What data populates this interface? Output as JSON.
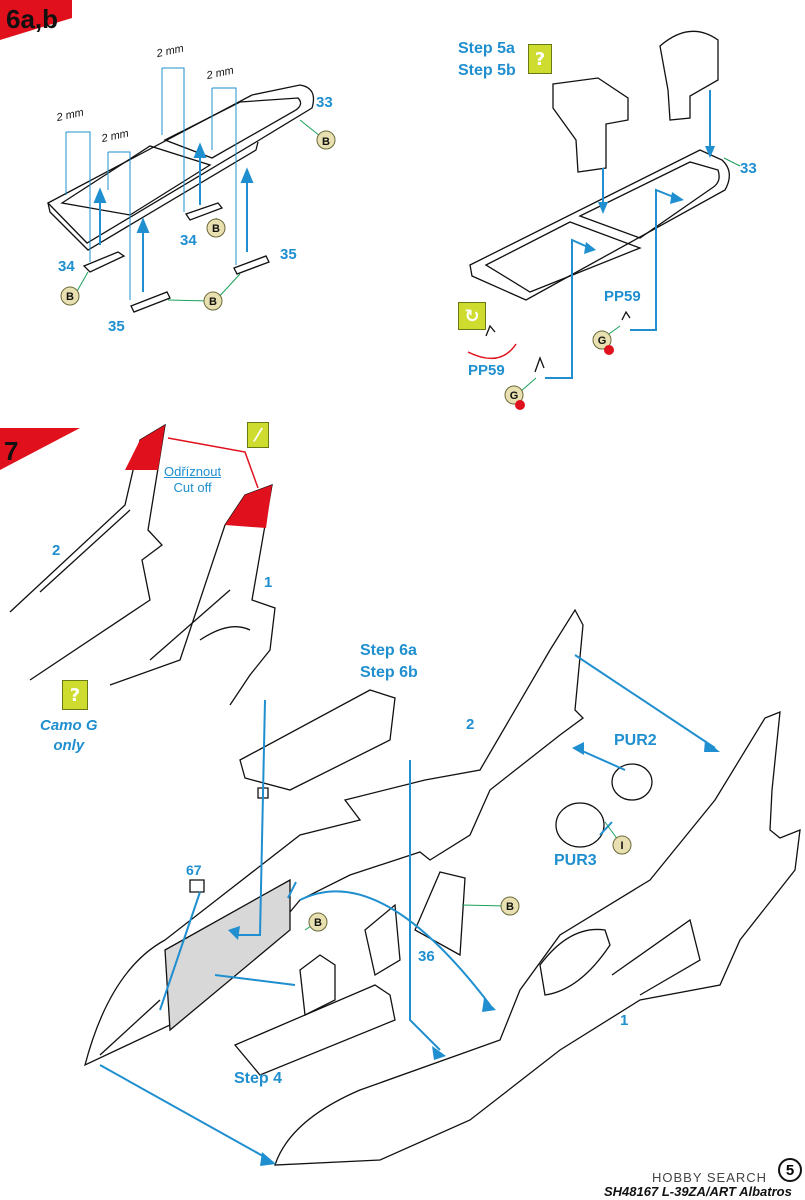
{
  "steps": {
    "s6": "6a,b",
    "s7": "7"
  },
  "dimensions": [
    "2 mm",
    "2 mm",
    "2 mm",
    "2 mm"
  ],
  "step6_left": {
    "part_33": "33",
    "part_34a": "34",
    "part_34b": "34",
    "part_35a": "35",
    "part_35b": "35",
    "marker": "B"
  },
  "step6_right": {
    "ref_line1": "Step 5a",
    "ref_line2": "Step 5b",
    "ref_icon": "?",
    "part_33": "33",
    "pp59a": "PP59",
    "pp59b": "PP59",
    "marker": "G"
  },
  "step7": {
    "cutoff_line1": "Odříznout",
    "cutoff_line2": "Cut off",
    "part_2_small": "2",
    "part_1_small": "1",
    "camo_line1": "Camo G",
    "camo_line2": "only",
    "camo_icon": "?",
    "step6_line1": "Step 6a",
    "step6_line2": "Step 6b",
    "part_2": "2",
    "pur2": "PUR2",
    "pur3": "PUR3",
    "part_67": "67",
    "part_36": "36",
    "part_1": "1",
    "step4": "Step 4",
    "marker_b": "B",
    "marker_i": "I"
  },
  "footer": {
    "code": "SH48167 L-39ZA/ART Albatros",
    "page": "5",
    "watermark": "HOBBY SEARCH"
  },
  "colors": {
    "accent_blue": "#1f8fcf",
    "red": "#e0101c",
    "marker_fill": "#e8e0b0",
    "question_green": "#cddc2e"
  }
}
